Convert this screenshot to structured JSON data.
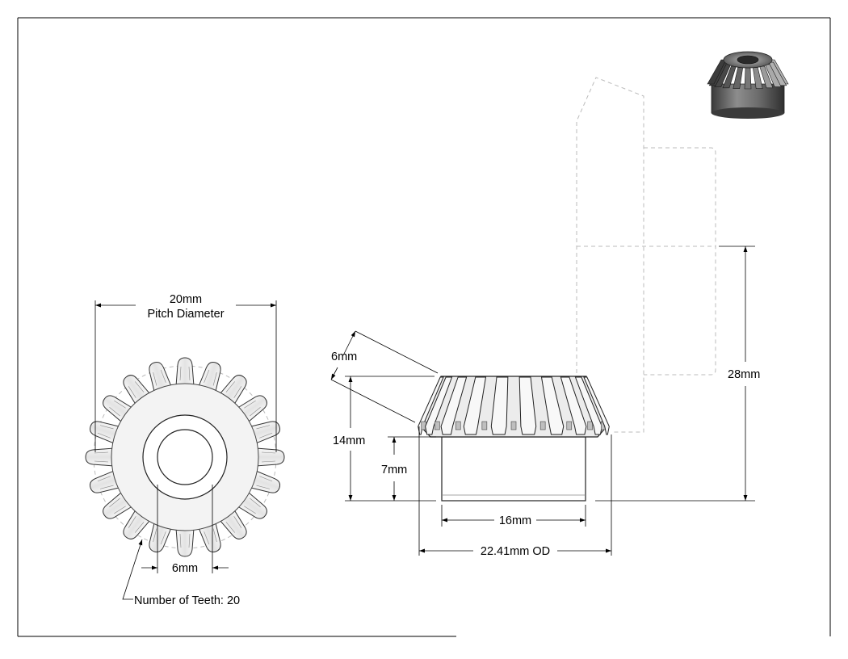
{
  "front_view": {
    "pitch_diameter_value": "20mm",
    "pitch_diameter_label": "Pitch Diameter",
    "bore_dimension": "6mm",
    "teeth_callout": "Number of Teeth: 20",
    "teeth_count": 20
  },
  "side_view": {
    "face_width": "6mm",
    "overall_height": "14mm",
    "hub_height": "7mm",
    "hub_diameter": "16mm",
    "outside_diameter": "22.41mm OD",
    "mounting_distance": "28mm"
  },
  "preview_icon": "bevel-gear-3d-thumbnail"
}
